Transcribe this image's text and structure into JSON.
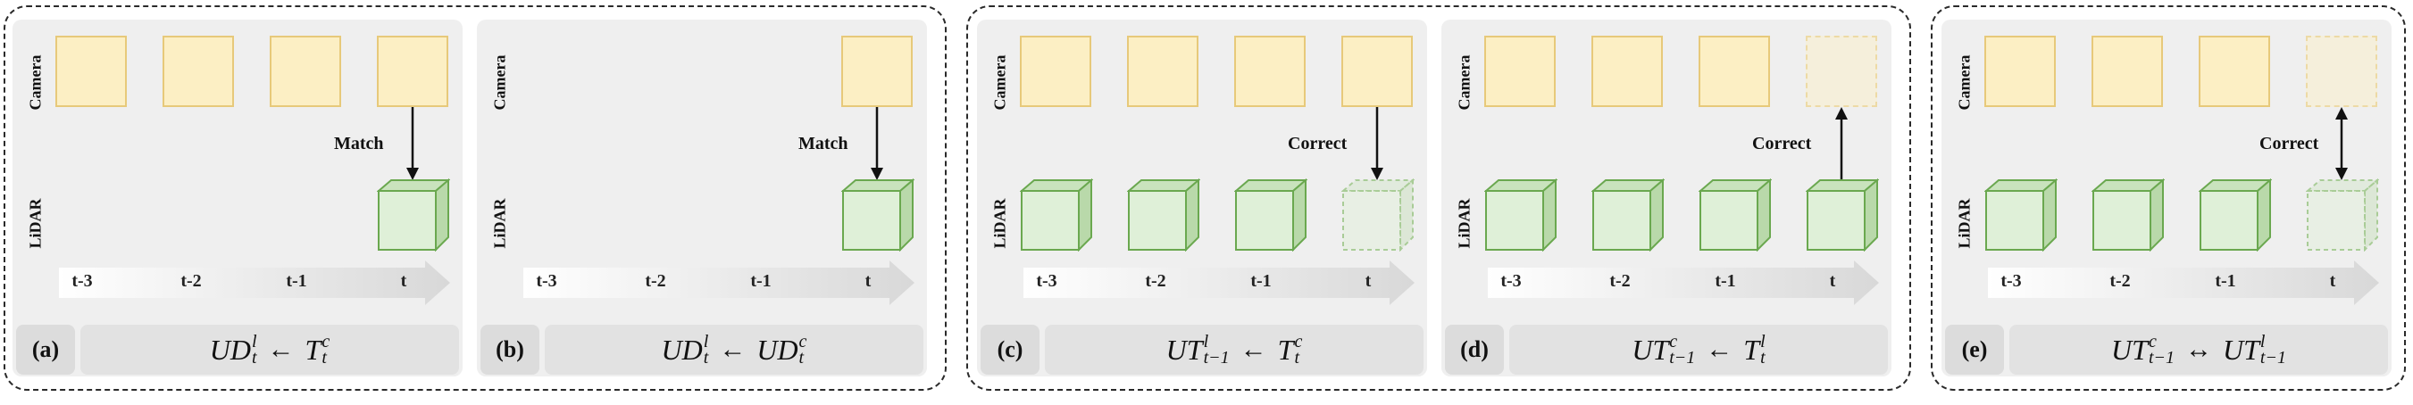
{
  "row_labels": {
    "camera": "Camera",
    "lidar": "LiDAR"
  },
  "time_ticks": [
    "t-3",
    "t-2",
    "t-1",
    "t"
  ],
  "colors": {
    "camera_fill": "#fcefc4",
    "camera_stroke": "#e7c97a",
    "lidar_fill": "#dff0d8",
    "lidar_stroke": "#6aa84f"
  },
  "panels": [
    {
      "letter": "(a)",
      "relation": "Match",
      "formula": {
        "lhs": "UD",
        "lhs_sub": "t",
        "lhs_sup": "l",
        "op": "←",
        "rhs": "T",
        "rhs_sub": "t",
        "rhs_sup": "c"
      }
    },
    {
      "letter": "(b)",
      "relation": "Match",
      "formula": {
        "lhs": "UD",
        "lhs_sub": "t",
        "lhs_sup": "l",
        "op": "←",
        "rhs": "UD",
        "rhs_sub": "t",
        "rhs_sup": "c"
      }
    },
    {
      "letter": "(c)",
      "relation": "Correct",
      "formula": {
        "lhs": "UT",
        "lhs_sub": "t−1",
        "lhs_sup": "l",
        "op": "←",
        "rhs": "T",
        "rhs_sub": "t",
        "rhs_sup": "c"
      }
    },
    {
      "letter": "(d)",
      "relation": "Correct",
      "formula": {
        "lhs": "UT",
        "lhs_sub": "t−1",
        "lhs_sup": "c",
        "op": "←",
        "rhs": "T",
        "rhs_sub": "t",
        "rhs_sup": "l"
      }
    },
    {
      "letter": "(e)",
      "relation": "Correct",
      "formula": {
        "lhs": "UT",
        "lhs_sub": "t−1",
        "lhs_sup": "c",
        "op": "↔",
        "rhs": "UT",
        "rhs_sub": "t−1",
        "rhs_sup": "l"
      }
    }
  ]
}
